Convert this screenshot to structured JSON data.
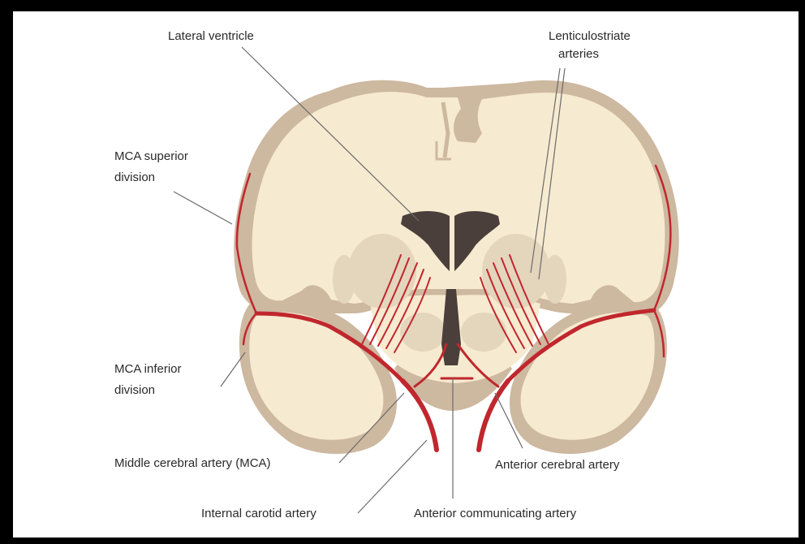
{
  "labels": {
    "lateral_ventricle": "Lateral ventricle",
    "lenticulostriate_line1": "Lenticulostriate",
    "lenticulostriate_line2": "arteries",
    "mca_superior_line1": "MCA superior",
    "mca_superior_line2": "division",
    "mca_inferior_line1": "MCA inferior",
    "mca_inferior_line2": "division",
    "middle_cerebral_artery": "Middle cerebral artery (MCA)",
    "anterior_cerebral_artery": "Anterior cerebral artery",
    "internal_carotid_artery": "Internal carotid artery",
    "anterior_communicating_artery": "Anterior communicating artery"
  },
  "colors": {
    "cortex": "#cdb8a0",
    "white_matter": "#f6ead0",
    "deep_nuclei": "#e4d5bd",
    "ventricle": "#4a3f3a",
    "artery": "#c0272d",
    "leader_line": "#6b6b6b"
  }
}
